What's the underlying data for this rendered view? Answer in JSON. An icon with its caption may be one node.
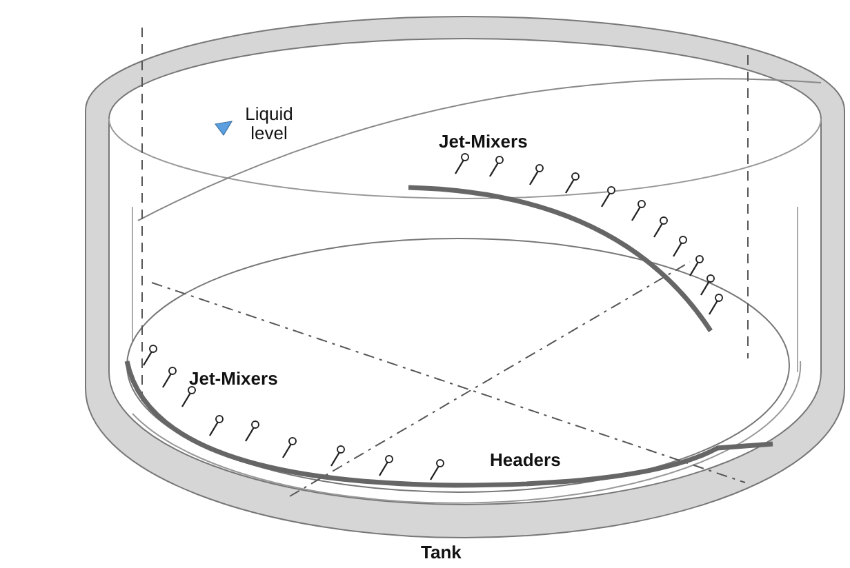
{
  "diagram": {
    "labels": [
      "Liquid level",
      "Jet-Mixers",
      "Jet-Mixers",
      "Headers",
      "Tank"
    ]
  }
}
